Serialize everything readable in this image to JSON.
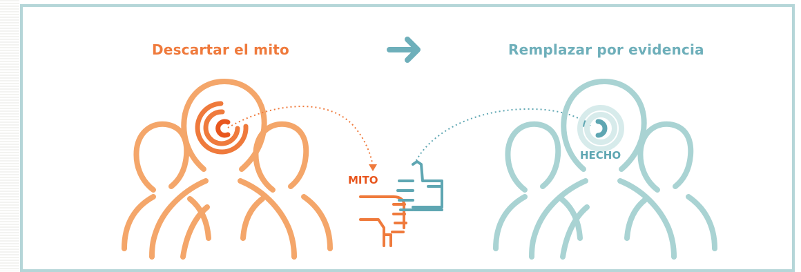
{
  "diagram": {
    "left_title": "Descartar el mito",
    "right_title": "Remplazar por evidencia",
    "myth_label": "MITO",
    "fact_label": "HECHO"
  },
  "colors": {
    "orange": "#ef7a3c",
    "orange_light": "#f4a66a",
    "teal": "#6eafba",
    "teal_light": "#a9d3d3",
    "frame": "#b5d6d8"
  }
}
